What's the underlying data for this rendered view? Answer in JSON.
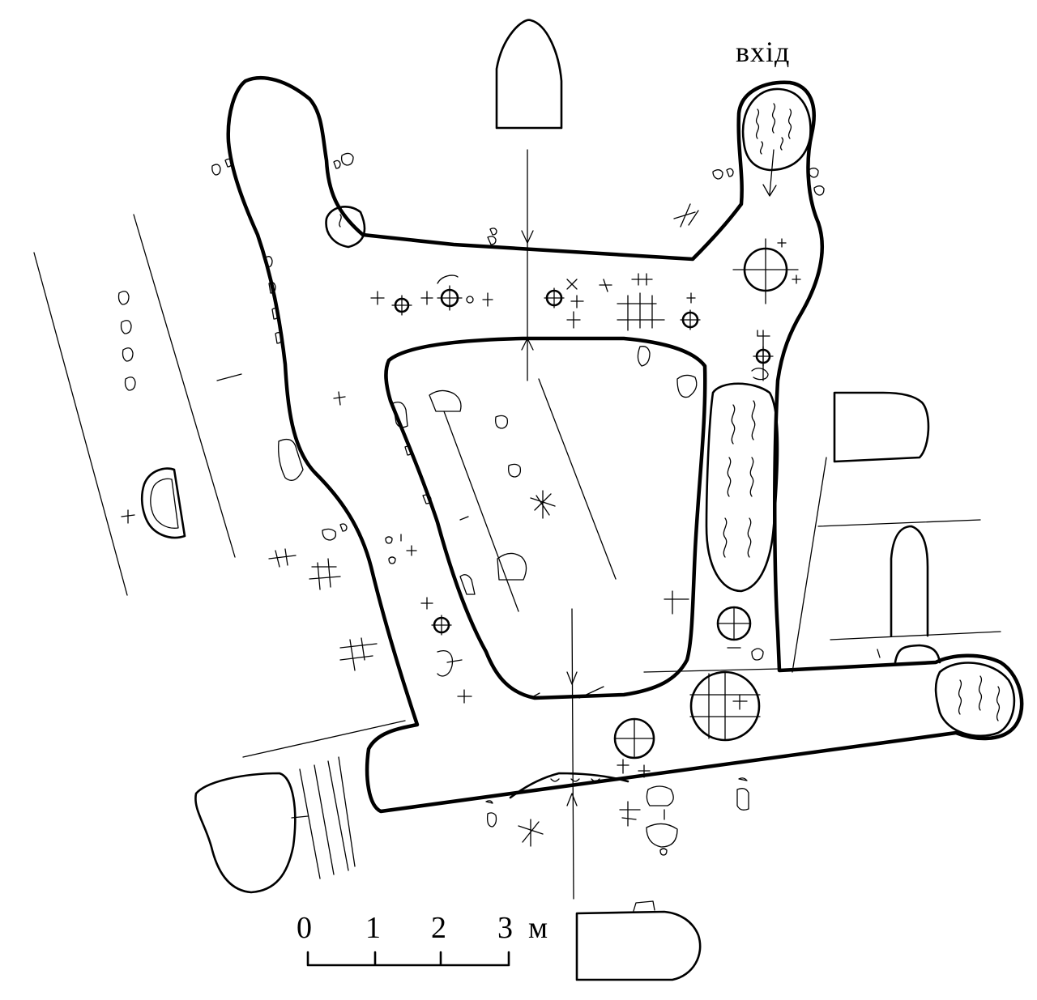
{
  "plan": {
    "entrance_label": "вхід"
  },
  "scale_bar": {
    "ticks": [
      "0",
      "1",
      "2",
      "3"
    ],
    "unit": "м"
  }
}
